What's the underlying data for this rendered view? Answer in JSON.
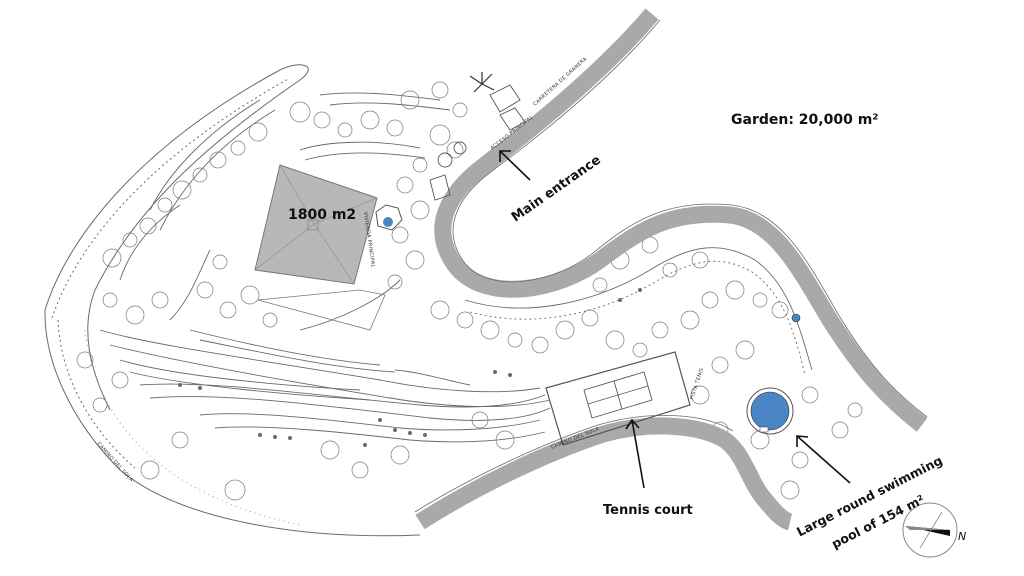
{
  "plan": {
    "labels": {
      "garden": "Garden: 20,000 m²",
      "house_area": "1800 m2",
      "main_entrance": "Main entrance",
      "tennis_court": "Tennis court",
      "pool_line1": "Large round swimming",
      "pool_line2": "pool of 154 m²"
    },
    "road_labels": {
      "road_top": "CARRETERA DE GRANERA",
      "access": "ACCESO PRINCIPAL",
      "house": "VIVIENDA PRINCIPAL",
      "camino_bottom": "CAMINO DEL SOLA",
      "camino_left": "CAMINO DEL SOLA",
      "court_small": "PISTA TENIS"
    },
    "compass": {
      "letter": "N"
    },
    "colors": {
      "road": "#a9a9a9",
      "building": "#b8b8b8",
      "pool": "#4a86c5",
      "lines": "#555555",
      "labels": "#111111"
    }
  }
}
